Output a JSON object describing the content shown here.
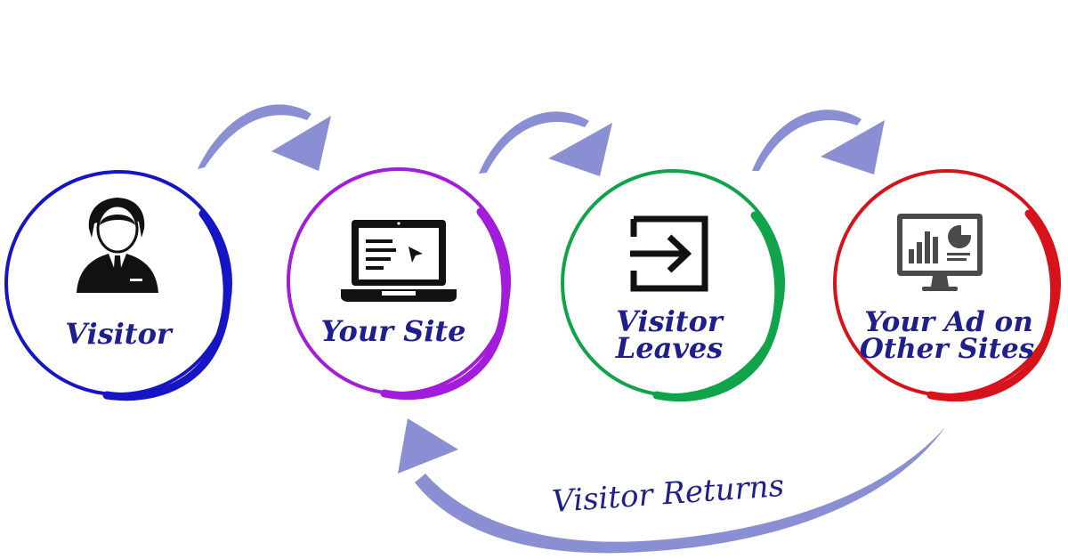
{
  "stages": [
    {
      "label_lines": [
        "Visitor"
      ],
      "icon": "person-icon",
      "ring_color": "#1515c6"
    },
    {
      "label_lines": [
        "Your Site"
      ],
      "icon": "laptop-icon",
      "ring_color": "#a31cdc"
    },
    {
      "label_lines": [
        "Visitor",
        "Leaves"
      ],
      "icon": "exit-icon",
      "ring_color": "#0fa34a"
    },
    {
      "label_lines": [
        "Your Ad on",
        "Other Sites"
      ],
      "icon": "monitor-chart-icon",
      "ring_color": "#d8121a"
    }
  ],
  "return_label": "Visitor Returns",
  "arrow_color": "#8a8fd4"
}
